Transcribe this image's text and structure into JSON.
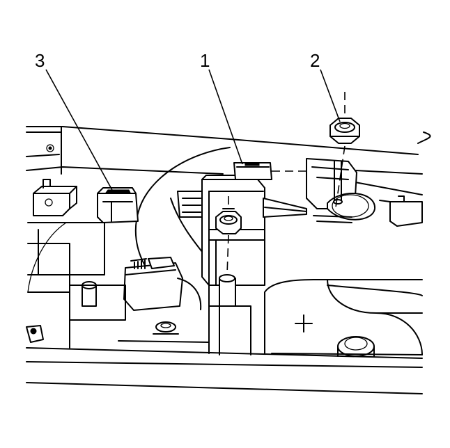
{
  "callouts": [
    {
      "id": "1",
      "label": "1"
    },
    {
      "id": "2",
      "label": "2"
    },
    {
      "id": "3",
      "label": "3"
    }
  ],
  "colors": {
    "line": "#000000",
    "background": "#ffffff"
  },
  "icons": [
    "hex-nut-icon",
    "positive-terminal-icon"
  ]
}
